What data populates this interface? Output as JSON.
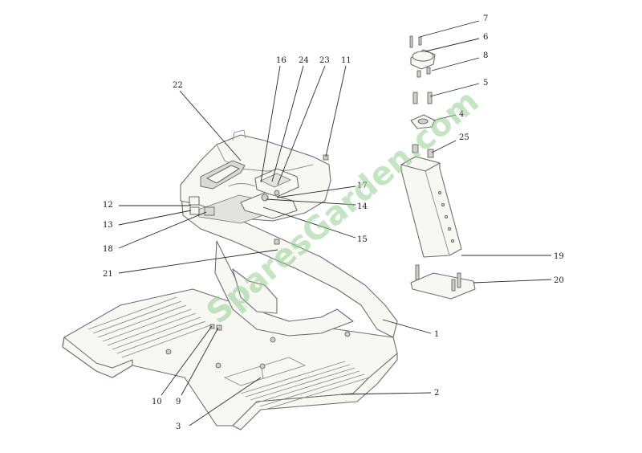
{
  "watermark": "SparesGarden.com",
  "callouts": [
    "1",
    "2",
    "3",
    "4",
    "5",
    "6",
    "7",
    "8",
    "9",
    "10",
    "11",
    "12",
    "13",
    "14",
    "15",
    "16",
    "17",
    "18",
    "19",
    "20",
    "21",
    "22",
    "23",
    "24",
    "25"
  ]
}
